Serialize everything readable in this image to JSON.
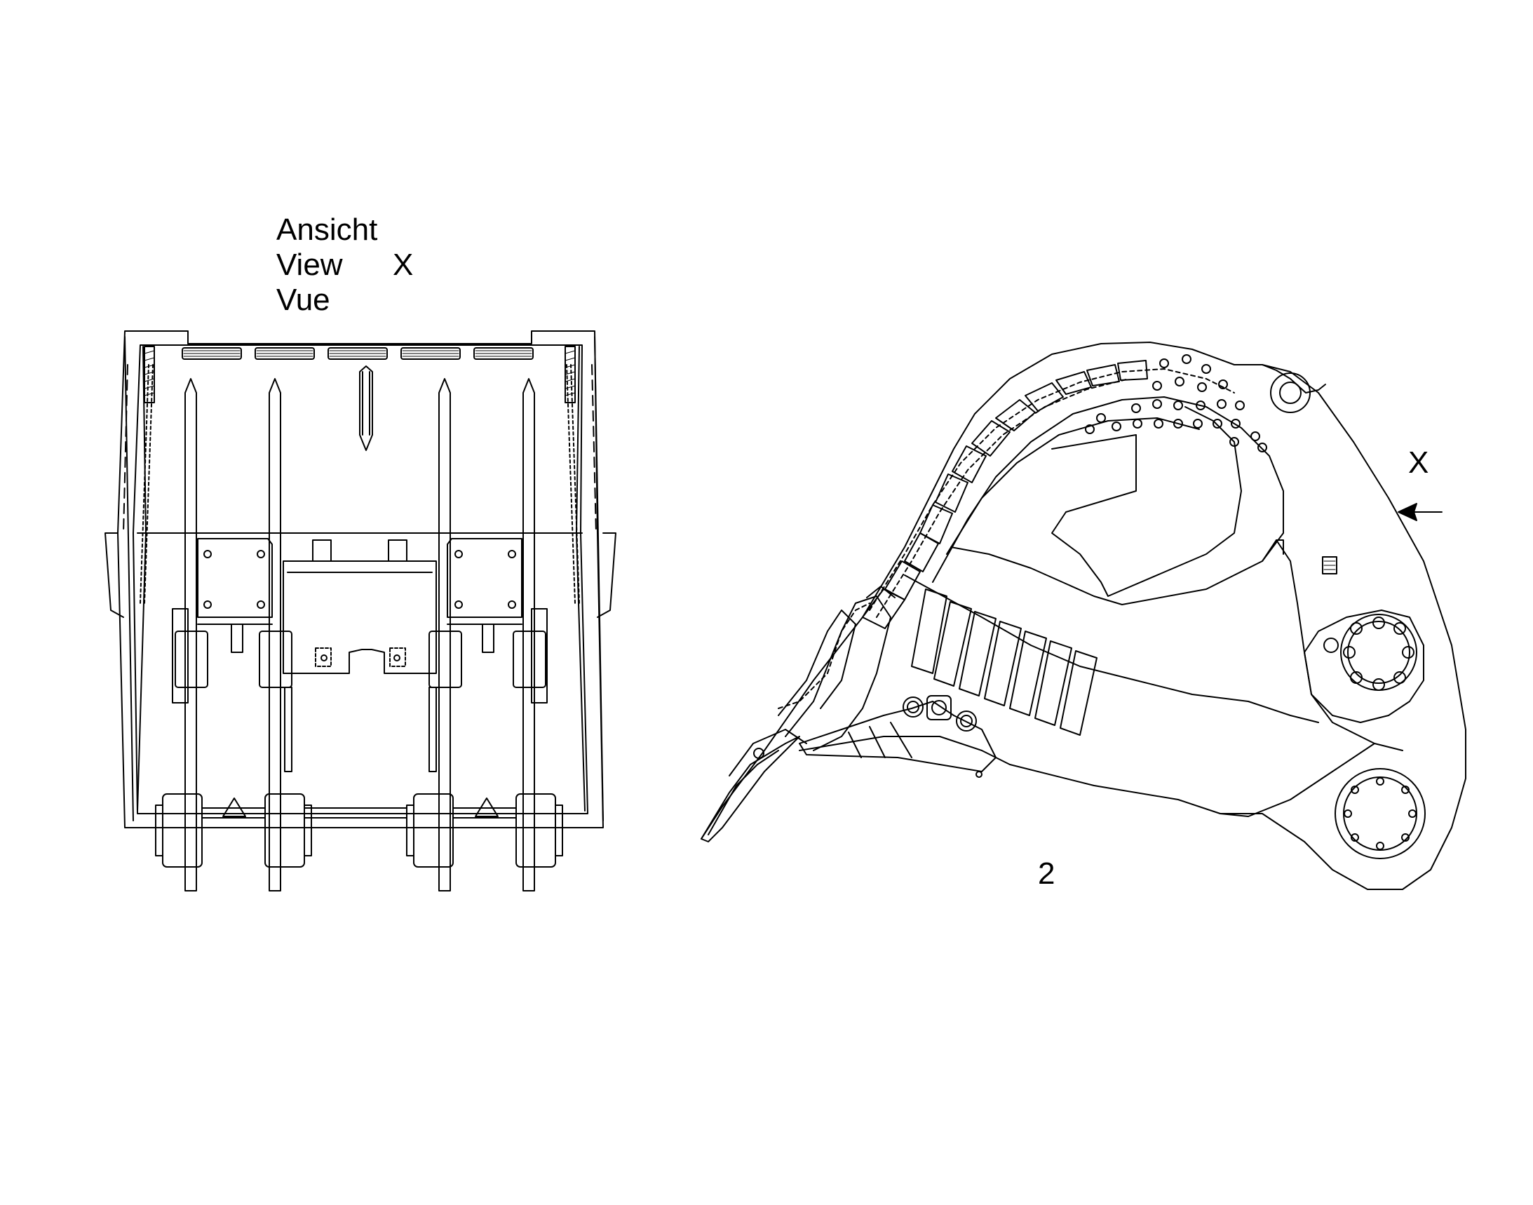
{
  "view_label": {
    "de": "Ansicht",
    "en": "View",
    "fr": "Vue",
    "letter": "X"
  },
  "direction_marker": {
    "letter": "X"
  },
  "item_number": "2",
  "colors": {
    "line": "#000000",
    "background": "#ffffff"
  }
}
